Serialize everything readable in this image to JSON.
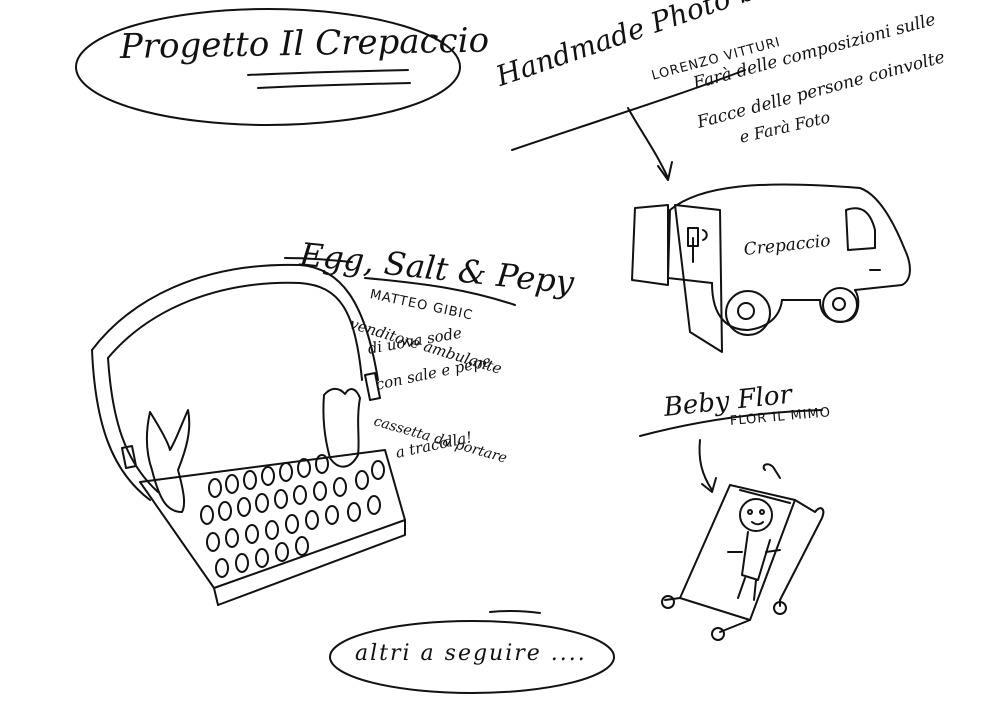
{
  "project": {
    "title": "Progetto Il Crepaccio",
    "footer": "altri a seguire ...."
  },
  "photobooth": {
    "title": "Handmade Photo booth",
    "author": "LORENZO VITTURI",
    "desc": [
      "Farà delle composizioni sulle",
      "Facce delle persone coinvolte",
      "e Farà Foto"
    ],
    "van_label": "Crepaccio"
  },
  "eggs": {
    "title": "Egg, Salt & Pepy",
    "author": "MATTEO GIBIC",
    "desc": [
      "venditore ambulante",
      "di uova sode",
      "con sale e pepe",
      "cassetta da portare",
      "a tracolla!"
    ]
  },
  "baby": {
    "title": "Beby Flor",
    "author": "FLOR IL MIMO"
  },
  "colors": {
    "ink": "#111111",
    "paper": "#ffffff"
  }
}
